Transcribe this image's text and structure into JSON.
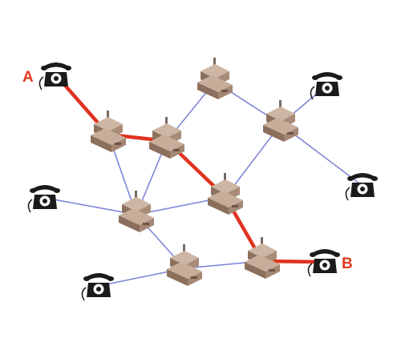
{
  "colors": {
    "background": "#ffffff",
    "link": "#7f86d6",
    "route": "#e0331f",
    "endpoint_label": "#e23a1e",
    "switch_top": "#c9b19f",
    "switch_side": "#8f7463",
    "switch_front": "#a98e7c",
    "phone_body": "#1b1b1b"
  },
  "labels": {
    "endpoint_a": "A",
    "endpoint_b": "B"
  },
  "icons": {
    "telephone": "telephone-icon",
    "switch": "network-switch-icon"
  },
  "network": {
    "nodes": [
      {
        "id": "phone-a",
        "type": "phone"
      },
      {
        "id": "phone-top-right",
        "type": "phone"
      },
      {
        "id": "phone-right",
        "type": "phone"
      },
      {
        "id": "phone-left",
        "type": "phone"
      },
      {
        "id": "phone-bottom-left",
        "type": "phone"
      },
      {
        "id": "phone-b",
        "type": "phone"
      },
      {
        "id": "switch-1",
        "type": "switch"
      },
      {
        "id": "switch-2",
        "type": "switch"
      },
      {
        "id": "switch-3",
        "type": "switch"
      },
      {
        "id": "switch-4",
        "type": "switch"
      },
      {
        "id": "switch-5",
        "type": "switch"
      },
      {
        "id": "switch-6",
        "type": "switch"
      },
      {
        "id": "switch-7",
        "type": "switch"
      },
      {
        "id": "switch-8",
        "type": "switch"
      }
    ],
    "links": [
      {
        "from": "phone-a",
        "to": "switch-1",
        "route": true
      },
      {
        "from": "switch-1",
        "to": "switch-2",
        "route": true
      },
      {
        "from": "switch-2",
        "to": "switch-5",
        "route": true
      },
      {
        "from": "switch-5",
        "to": "switch-7",
        "route": true
      },
      {
        "from": "switch-7",
        "to": "phone-b",
        "route": true
      },
      {
        "from": "switch-1",
        "to": "switch-6",
        "route": false
      },
      {
        "from": "switch-2",
        "to": "switch-6",
        "route": false
      },
      {
        "from": "switch-2",
        "to": "switch-3",
        "route": false
      },
      {
        "from": "switch-3",
        "to": "switch-4",
        "route": false
      },
      {
        "from": "switch-4",
        "to": "phone-top-right",
        "route": false
      },
      {
        "from": "switch-4",
        "to": "phone-right",
        "route": false
      },
      {
        "from": "switch-4",
        "to": "switch-5",
        "route": false
      },
      {
        "from": "switch-5",
        "to": "switch-6",
        "route": false
      },
      {
        "from": "phone-left",
        "to": "switch-6",
        "route": false
      },
      {
        "from": "switch-6",
        "to": "switch-8",
        "route": false
      },
      {
        "from": "switch-8",
        "to": "phone-bottom-left",
        "route": false
      },
      {
        "from": "switch-8",
        "to": "switch-7",
        "route": false
      }
    ]
  }
}
